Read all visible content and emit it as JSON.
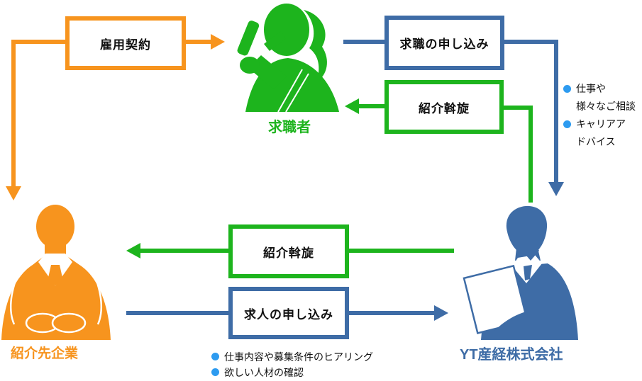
{
  "colors": {
    "orange": "#F7941E",
    "green": "#1DB41D",
    "blue": "#3E6CA6",
    "bullet_blue": "#2D9BF0",
    "box_text": "#111111"
  },
  "actors": {
    "job_seeker": {
      "label": "求職者",
      "color": "#1DB41D"
    },
    "client_company": {
      "label": "紹介先企業",
      "color": "#F7941E"
    },
    "agency": {
      "label": "YT産経株式会社",
      "color": "#3E6CA6"
    }
  },
  "flows": {
    "employment_contract": {
      "label": "雇用契約",
      "from": "紹介先企業",
      "to": "求職者",
      "color": "#F7941E"
    },
    "job_application": {
      "label": "求職の申し込み",
      "from": "求職者",
      "to": "YT産経株式会社",
      "color": "#3E6CA6"
    },
    "referral_to_seeker": {
      "label": "紹介斡旋",
      "from": "YT産経株式会社",
      "to": "求職者",
      "color": "#1DB41D"
    },
    "referral_to_company": {
      "label": "紹介斡旋",
      "from": "YT産経株式会社",
      "to": "紹介先企業",
      "color": "#1DB41D"
    },
    "job_offer_application": {
      "label": "求人の申し込み",
      "from": "紹介先企業",
      "to": "YT産経株式会社",
      "color": "#3E6CA6"
    }
  },
  "notes": {
    "seeker": {
      "items": [
        "仕事や\n様々なご相談",
        "キャリアア\nドバイス"
      ]
    },
    "company": {
      "items": [
        "仕事内容や募集条件のヒアリング",
        "欲しい人材の確認"
      ]
    }
  }
}
